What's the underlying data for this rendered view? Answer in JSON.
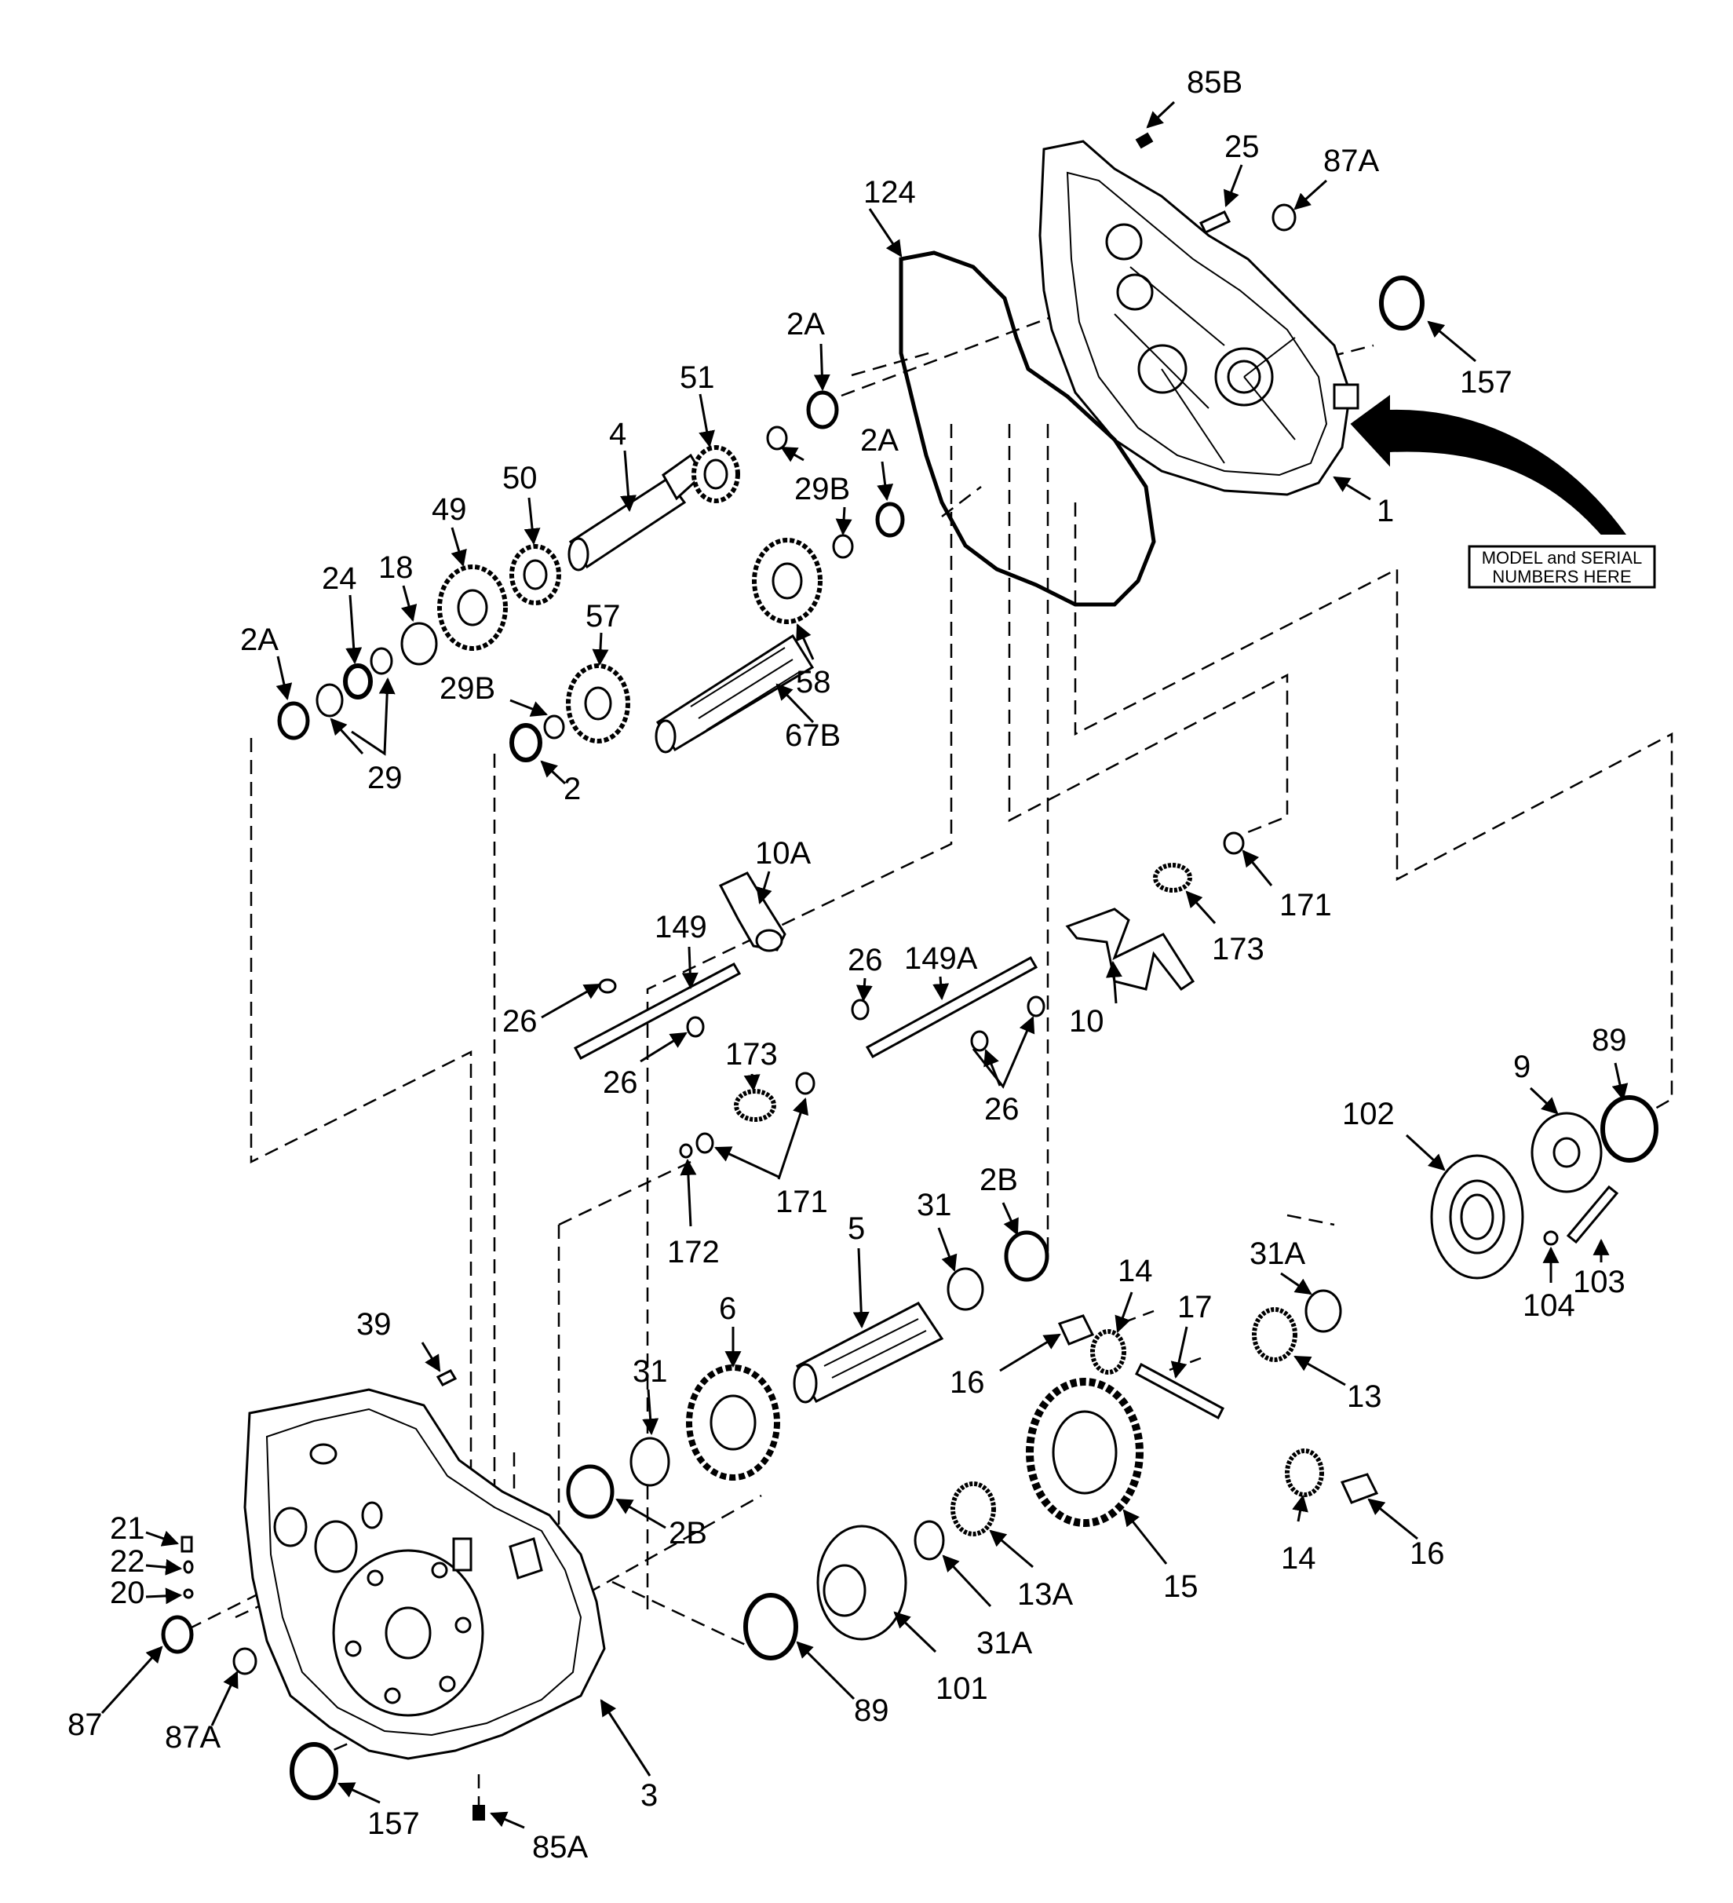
{
  "note": {
    "line1": "MODEL and SERIAL",
    "line2": "NUMBERS HERE"
  },
  "callouts": {
    "c85B": "85B",
    "c25": "25",
    "c87A_top": "87A",
    "c124": "124",
    "c157_top": "157",
    "c1": "1",
    "c2A_a": "2A",
    "c51": "51",
    "c2A_b": "2A",
    "c4": "4",
    "c50": "50",
    "c29B_a": "29B",
    "c49": "49",
    "c24": "24",
    "c18": "18",
    "c2A_c": "2A",
    "c57": "57",
    "c58": "58",
    "c29B_b": "29B",
    "c67B": "67B",
    "c29": "29",
    "c2": "2",
    "c10A": "10A",
    "c149": "149",
    "c149A": "149A",
    "c26_a": "26",
    "c26_b": "26",
    "c26_c": "26",
    "c26_d": "26",
    "c171_a": "171",
    "c173_a": "173",
    "c10": "10",
    "c173_b": "173",
    "c171_b": "171",
    "c172": "172",
    "c89_a": "89",
    "c9": "9",
    "c102": "102",
    "c5": "5",
    "c31_a": "31",
    "c2B_a": "2B",
    "c31A_a": "31A",
    "c14_a": "14",
    "c17": "17",
    "c16_a": "16",
    "c13": "13",
    "c103": "103",
    "c104": "104",
    "c39": "39",
    "c31_b": "31",
    "c6": "6",
    "c2B_b": "2B",
    "c21": "21",
    "c22": "22",
    "c20": "20",
    "c87": "87",
    "c87A_bot": "87A",
    "c3": "3",
    "c157_bot": "157",
    "c85A": "85A",
    "c89_b": "89",
    "c101": "101",
    "c31A_b": "31A",
    "c13A": "13A",
    "c15": "15",
    "c14_b": "14",
    "c16_b": "16"
  }
}
